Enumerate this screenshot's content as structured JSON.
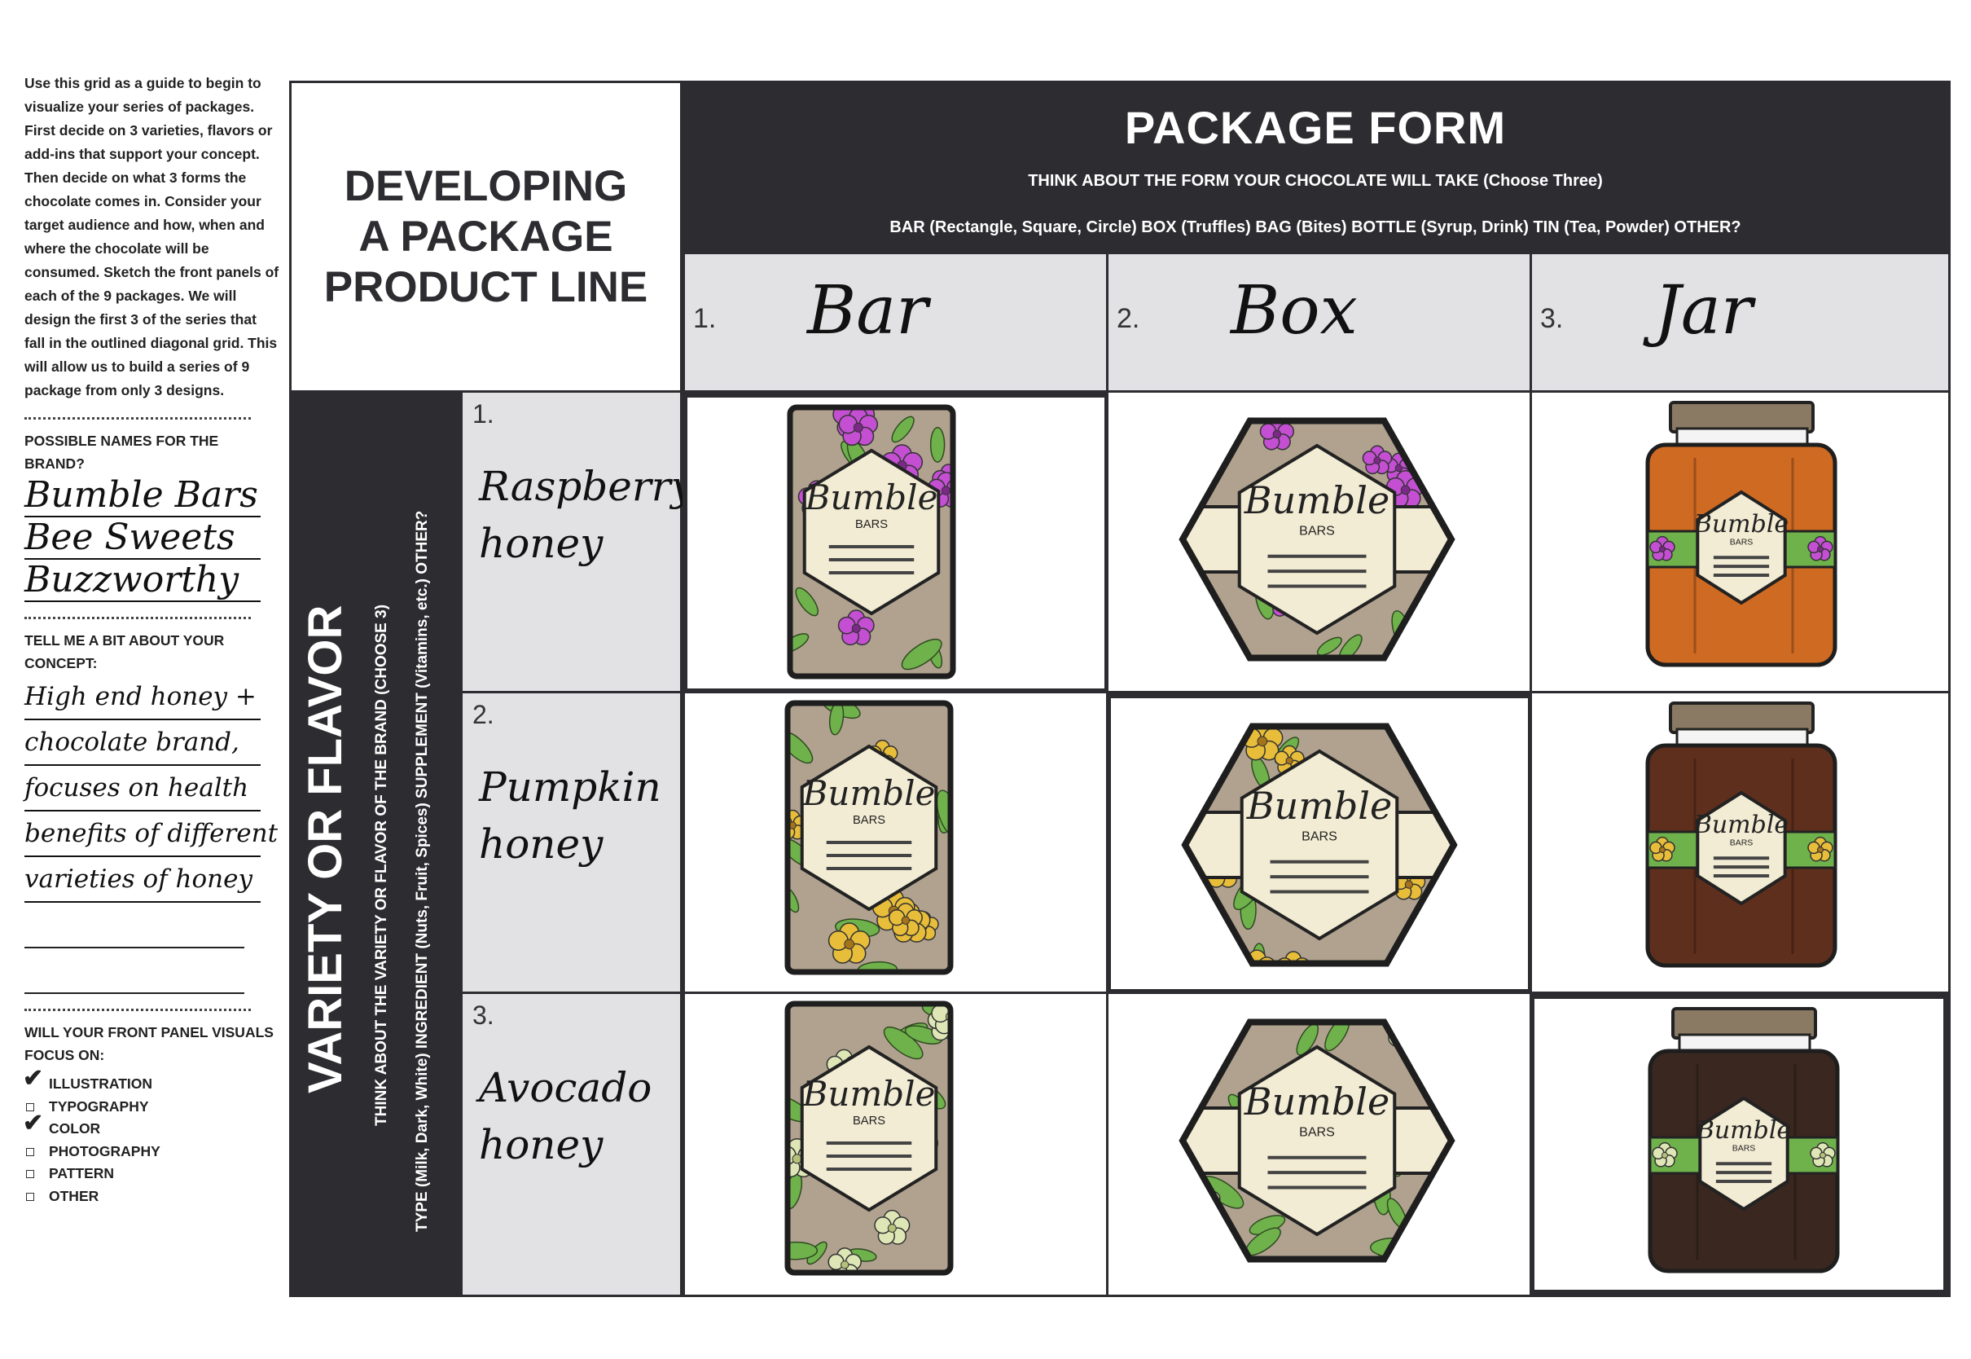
{
  "instructions": {
    "text": "Use this grid as a guide to begin to visualize your series of packages. First decide on 3 varieties, flavors or add-ins that support your concept. Then decide on what 3 forms the chocolate comes in. Consider your target audience and how, when and where the chocolate will be consumed. Sketch the front panels of each of the 9 packages. We will design the first 3 of the series that fall in the outlined diagonal grid. This will allow us to build a series of 9 package from only 3 designs."
  },
  "names_section": {
    "label": "POSSIBLE NAMES FOR THE BRAND?",
    "names": [
      "Bumble Bars",
      "Bee Sweets",
      "Buzzworthy"
    ]
  },
  "concept_section": {
    "label": "TELL ME A BIT ABOUT YOUR CONCEPT:",
    "lines": [
      "High end honey +",
      "chocolate brand,",
      "focuses on health",
      "benefits of different",
      "varieties of honey"
    ]
  },
  "focus_section": {
    "label": "WILL YOUR FRONT PANEL VISUALS FOCUS ON:",
    "options": [
      {
        "label": "ILLUSTRATION",
        "checked": true
      },
      {
        "label": "TYPOGRAPHY",
        "checked": false
      },
      {
        "label": "COLOR",
        "checked": true
      },
      {
        "label": "PHOTOGRAPHY",
        "checked": false
      },
      {
        "label": "PATTERN",
        "checked": false
      },
      {
        "label": "OTHER",
        "checked": false
      }
    ]
  },
  "grid": {
    "title_lines": [
      "DEVELOPING",
      "A PACKAGE",
      "PRODUCT LINE"
    ],
    "form_header": {
      "title": "PACKAGE FORM",
      "subtitle": "THINK ABOUT THE FORM YOUR CHOCOLATE WILL TAKE (Choose Three)",
      "options": "BAR (Rectangle, Square, Circle) BOX (Truffles) BAG (Bites) BOTTLE (Syrup, Drink) TIN (Tea, Powder) OTHER?"
    },
    "columns": [
      {
        "num": "1.",
        "value": "Bar"
      },
      {
        "num": "2.",
        "value": "Box"
      },
      {
        "num": "3.",
        "value": "Jar"
      }
    ],
    "variety_header": {
      "title": "VARIETY OR FLAVOR",
      "subtitle": "THINK ABOUT THE VARIETY OR FLAVOR OF THE BRAND (CHOOSE 3)",
      "options": "TYPE (Milk, Dark, White) INGREDIENT (Nuts, Fruit, Spices) SUPPLEMENT (Vitamins, etc.) OTHER?"
    },
    "rows": [
      {
        "num": "1.",
        "value_lines": [
          "Raspberry",
          "honey"
        ]
      },
      {
        "num": "2.",
        "value_lines": [
          "Pumpkin",
          "honey"
        ]
      },
      {
        "num": "3.",
        "value_lines": [
          "Avocado",
          "honey"
        ]
      }
    ]
  },
  "brand_label": {
    "name": "Bumble",
    "sub": "BARS"
  },
  "palette": {
    "dark": "#2d2d31",
    "label_cream": "#f3ecd4",
    "pattern_bg": "#b0a28f",
    "leaf": "#6fb24c",
    "raspberry_flower": "#c44fd2",
    "pumpkin_flower": "#e7bd3a",
    "avocado_flower": "#dfe6b5",
    "jar_raspberry": "#cf6a22",
    "jar_pumpkin": "#5f2f1d",
    "jar_avocado": "#3a2720",
    "jar_lid": "#8a7a63"
  }
}
